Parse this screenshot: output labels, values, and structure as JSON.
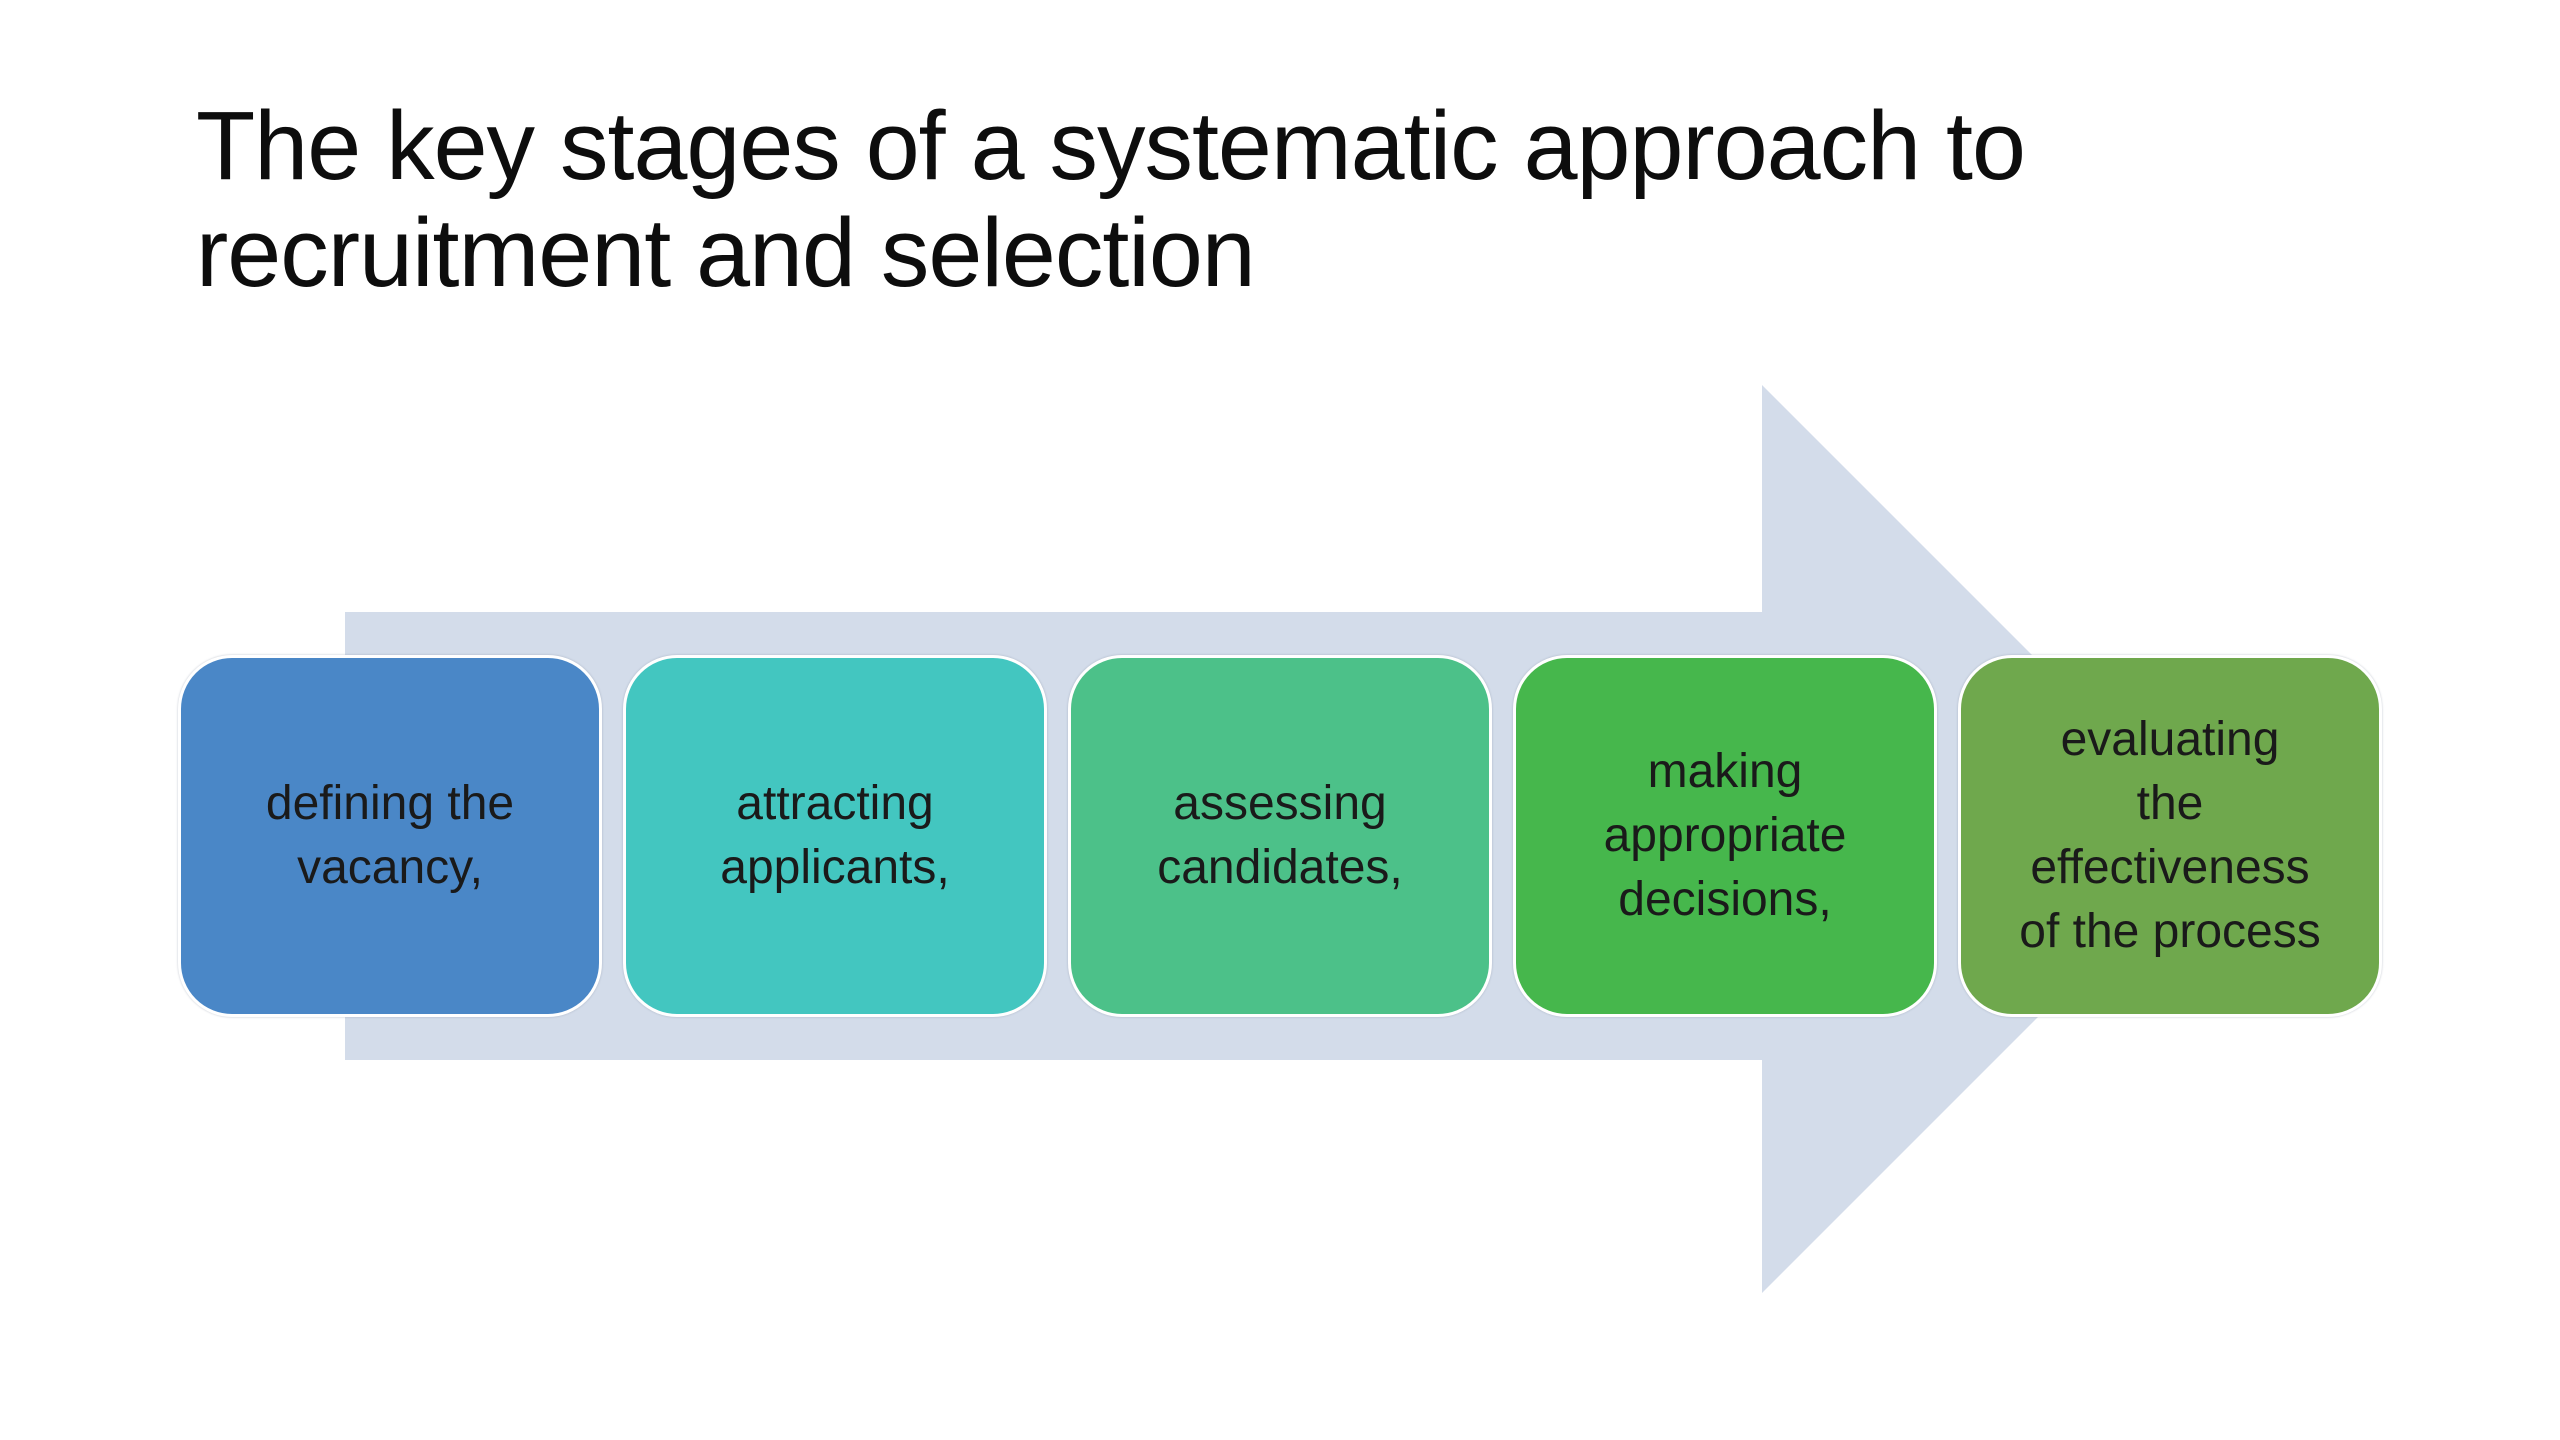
{
  "slide": {
    "title_lines": [
      "The key stages of a systematic approach to",
      "recruitment and selection"
    ],
    "background_color": "#ffffff",
    "title_color": "#0d0d0d"
  },
  "diagram": {
    "type": "process-arrow",
    "arrow_color": "#d3dcea",
    "box_border_color": "#ffffff",
    "text_color": "#1a1a1a",
    "stages": [
      {
        "label": "defining the vacancy,",
        "lines": [
          "defining the",
          "vacancy,"
        ],
        "color": "#4a87c7"
      },
      {
        "label": "attracting applicants,",
        "lines": [
          "attracting",
          "applicants,"
        ],
        "color": "#43c6c0"
      },
      {
        "label": "assessing candidates,",
        "lines": [
          "assessing",
          "candidates,"
        ],
        "color": "#4cc189"
      },
      {
        "label": "making appropriate decisions,",
        "lines": [
          "making",
          "appropriate",
          "decisions,"
        ],
        "color": "#46b74c"
      },
      {
        "label": "evaluating the effectiveness of the process",
        "lines": [
          "evaluating",
          "the",
          "effectiveness",
          "of the process"
        ],
        "color": "#6fa84d"
      }
    ]
  }
}
